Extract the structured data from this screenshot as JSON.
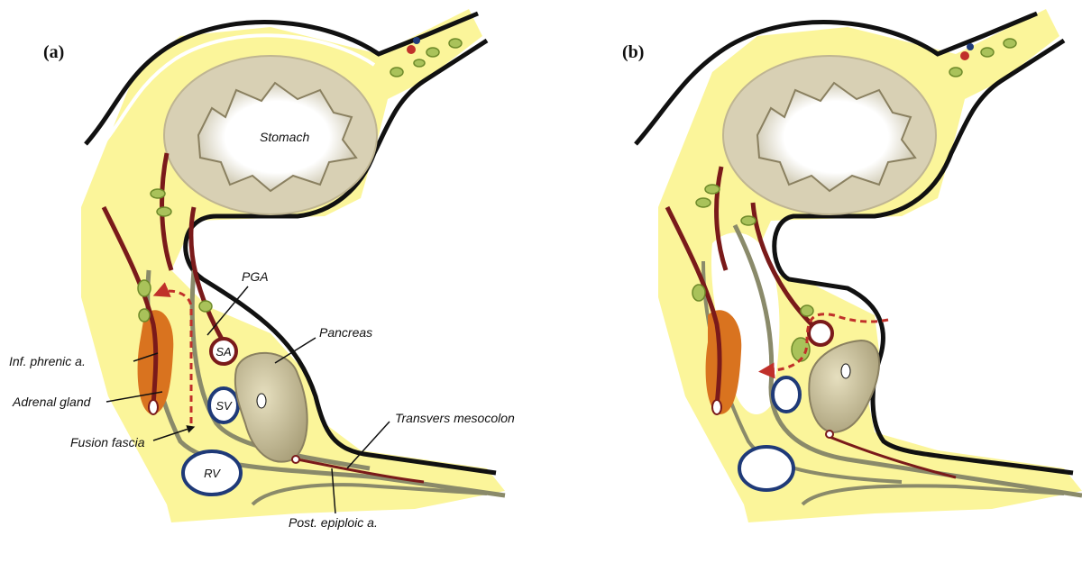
{
  "panels": [
    {
      "label": "(a)",
      "labels": {
        "stomach": "Stomach",
        "pga": "PGA",
        "sa": "SA",
        "sv": "SV",
        "rv": "RV",
        "pancreas": "Pancreas",
        "inf_phrenic": "Inf. phrenic a.",
        "adrenal": "Adrenal gland",
        "fusion_fascia": "Fusion fascia",
        "transvers_mesocolon": "Transvers mesocolon",
        "post_epiploic": "Post. epiploic a."
      }
    },
    {
      "label": "(b)"
    }
  ],
  "colors": {
    "fat": "#fbf59a",
    "outline": "#111111",
    "fascia": "#8a8a6a",
    "stomach": "#d8d0b4",
    "pancreas": "#c9c09a",
    "artery": "#7a1a1a",
    "vein": "#1f3a78",
    "adrenal": "#d9731f",
    "node": "#a9c25a",
    "dashed": "#c0302a"
  }
}
